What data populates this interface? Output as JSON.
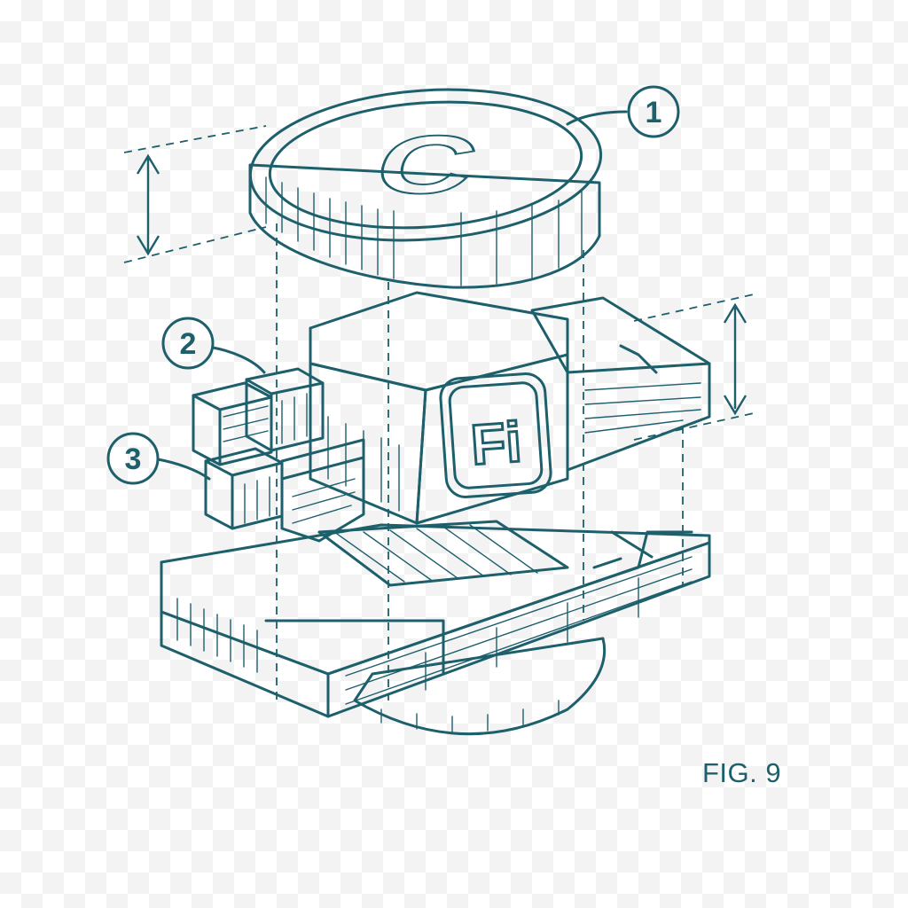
{
  "colors": {
    "ink": "#1d5f6b",
    "paper": "#ffffff",
    "checker": "#f3f3f3"
  },
  "callouts": [
    {
      "id": "1",
      "label": "1"
    },
    {
      "id": "2",
      "label": "2"
    },
    {
      "id": "3",
      "label": "3"
    }
  ],
  "coin_glyph": "C",
  "face_logo": "Fi",
  "figure_label": "FIG. 9"
}
